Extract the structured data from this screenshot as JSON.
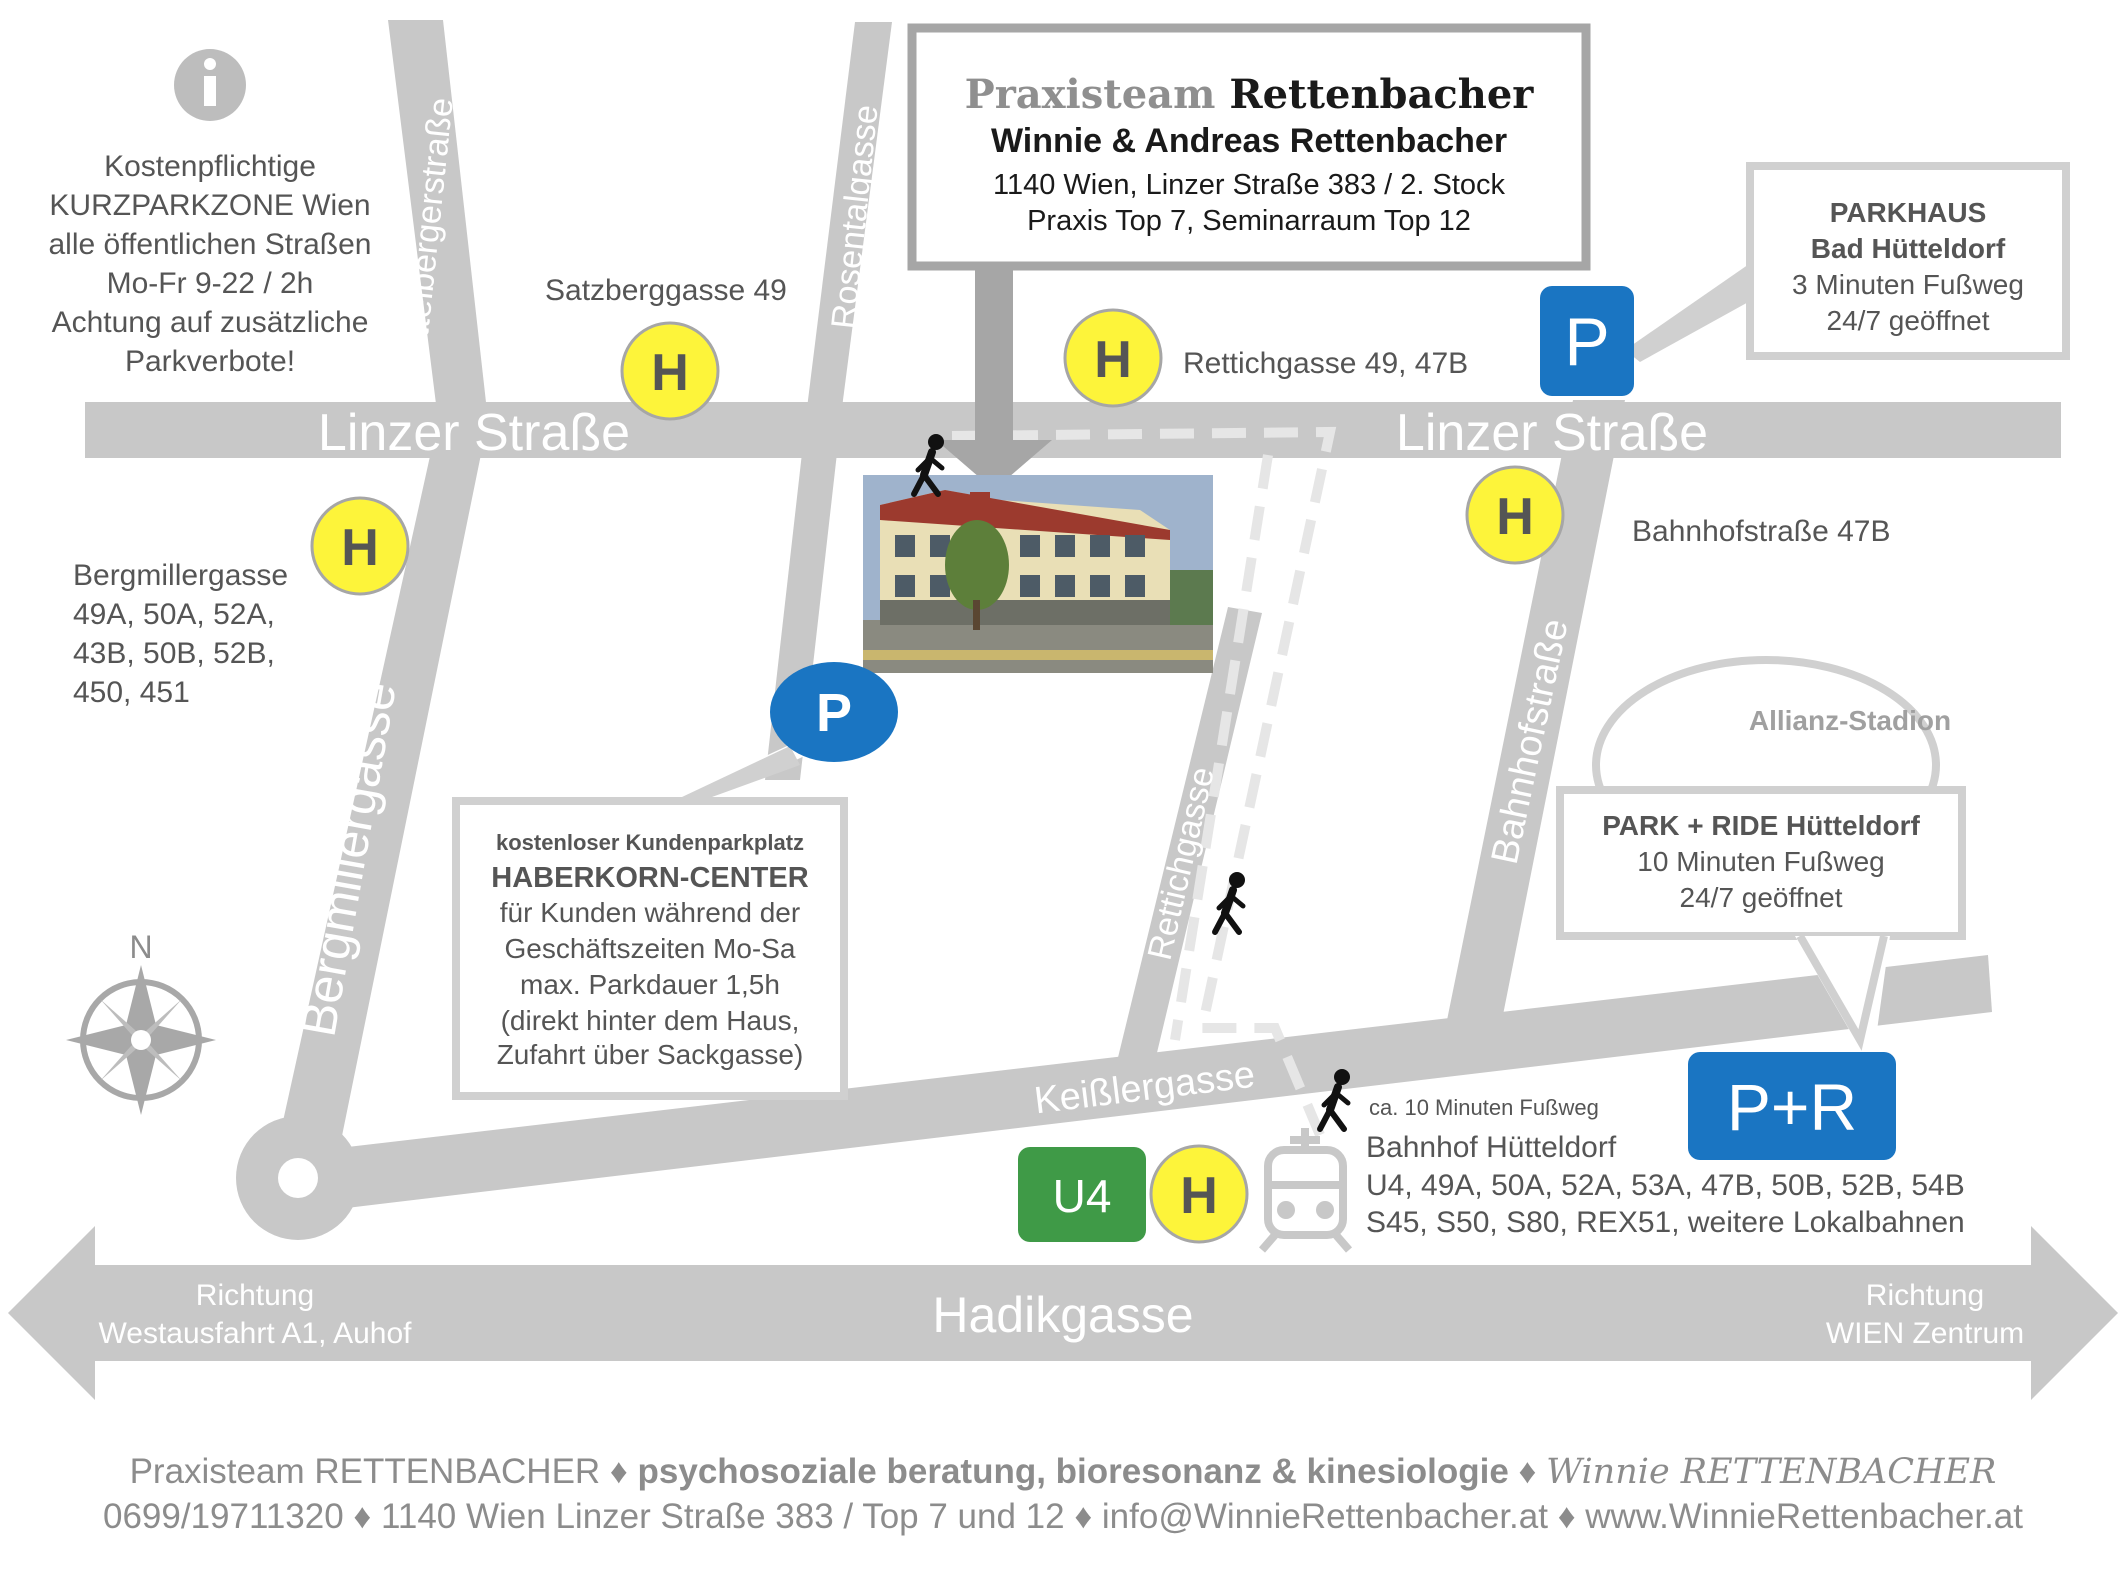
{
  "title_box": {
    "name_light": "Praxisteam",
    "name_dark": "Rettenbacher",
    "persons": "Winnie & Andreas Rettenbacher",
    "address": "1140 Wien, Linzer Straße 383 / 2. Stock",
    "rooms": "Praxis Top 7, Seminarraum Top 12"
  },
  "info": {
    "icon": "info-icon",
    "lines": [
      "Kostenpflichtige",
      "KURZPARKZONE Wien",
      "alle öffentlichen Straßen",
      "Mo-Fr 9-22 / 2h",
      "Achtung auf zusätzliche",
      "Parkverbote!"
    ]
  },
  "streets": {
    "linzer_left": "Linzer Straße",
    "linzer_right": "Linzer Straße",
    "huettelberger": "Hüttelbergerstraße",
    "rosental": "Rosentalgasse",
    "bergmiller": "Bergmillergasse",
    "rettich": "Rettichgasse",
    "bahnhof": "Bahnhofstraße",
    "keissler": "Keißlergasse",
    "hadik": "Hadikgasse"
  },
  "stops": {
    "symbol": "H",
    "satzberg": "Satzberggasse 49",
    "rettich": "Rettichgasse 49, 47B",
    "bahnhof": "Bahnhofstraße 47B",
    "bergmiller": [
      "Bergmillergasse",
      "49A, 50A, 52A,",
      "43B, 50B, 52B,",
      "450, 451"
    ]
  },
  "parkhaus": {
    "symbol": "P",
    "lines": [
      "PARKHAUS",
      "Bad Hütteldorf",
      "3 Minuten  Fußweg",
      "24/7 geöffnet"
    ]
  },
  "kundenparkplatz": {
    "symbol": "P",
    "lines": [
      "kostenloser Kundenparkplatz",
      "HABERKORN-CENTER",
      "für Kunden während der",
      "Geschäftszeiten Mo-Sa",
      "max. Parkdauer 1,5h",
      "(direkt hinter dem Haus,",
      "Zufahrt über Sackgasse)"
    ]
  },
  "park_ride": {
    "symbol": "P+R",
    "stadium": "Allianz-Stadion",
    "lines": [
      "PARK + RIDE Hütteldorf",
      "10 Minuten  Fußweg",
      "24/7 geöffnet"
    ]
  },
  "station": {
    "u4": "U4",
    "walk": "ca. 10 Minuten Fußweg",
    "name": "Bahnhof Hütteldorf",
    "lines1": "U4, 49A, 50A, 52A, 53A, 47B, 50B, 52B, 54B",
    "lines2": "S45, S50, S80, REX51, weitere Lokalbahnen"
  },
  "directions": {
    "left": [
      "Richtung",
      "Westausfahrt A1, Auhof"
    ],
    "right": [
      "Richtung",
      "WIEN Zentrum"
    ]
  },
  "compass": "N",
  "footer": {
    "l1a": "Praxisteam RETTENBACHER ♦ ",
    "l1b": "psychosoziale beratung, bioresonanz & kinesiologie",
    "l1c": " ♦ ",
    "l1d": "Winnie RETTENBACHER",
    "l2": "0699/19711320 ♦ 1140 Wien Linzer Straße 383 / Top 7 und 12 ♦  info@WinnieRettenbacher.at ♦ www.WinnieRettenbacher.at"
  },
  "colors": {
    "road": "#c8c8c8",
    "road_text": "#ffffff",
    "text": "#555555",
    "stop_fill": "#fdf43a",
    "parking_blue": "#1a75c2",
    "u4_green": "#3f9a47"
  }
}
